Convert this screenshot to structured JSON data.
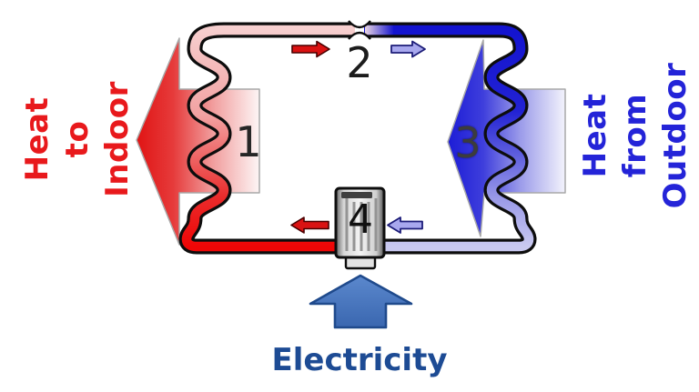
{
  "diagram": {
    "labels": {
      "heat_to_indoor": [
        "Heat",
        "to",
        "Indoor"
      ],
      "heat_from_outdoor": [
        "Heat",
        "from",
        "Outdoor"
      ],
      "electricity": "Electricity"
    },
    "markers": {
      "condenser_coil": "1",
      "expansion_valve": "2",
      "evaporator_coil": "3",
      "compressor": "4"
    },
    "colors": {
      "hot_pipe": "#ee0606",
      "hot_pipe_light": "#f6cfcf",
      "cold_pipe": "#1313cf",
      "cold_pipe_light": "#c9c9f0",
      "heat_to_indoor_text": "#e8191c",
      "heat_from_outdoor_text": "#2424d8",
      "electricity_text": "#1d4b94",
      "electricity_arrow": "#4b7ac0"
    }
  }
}
